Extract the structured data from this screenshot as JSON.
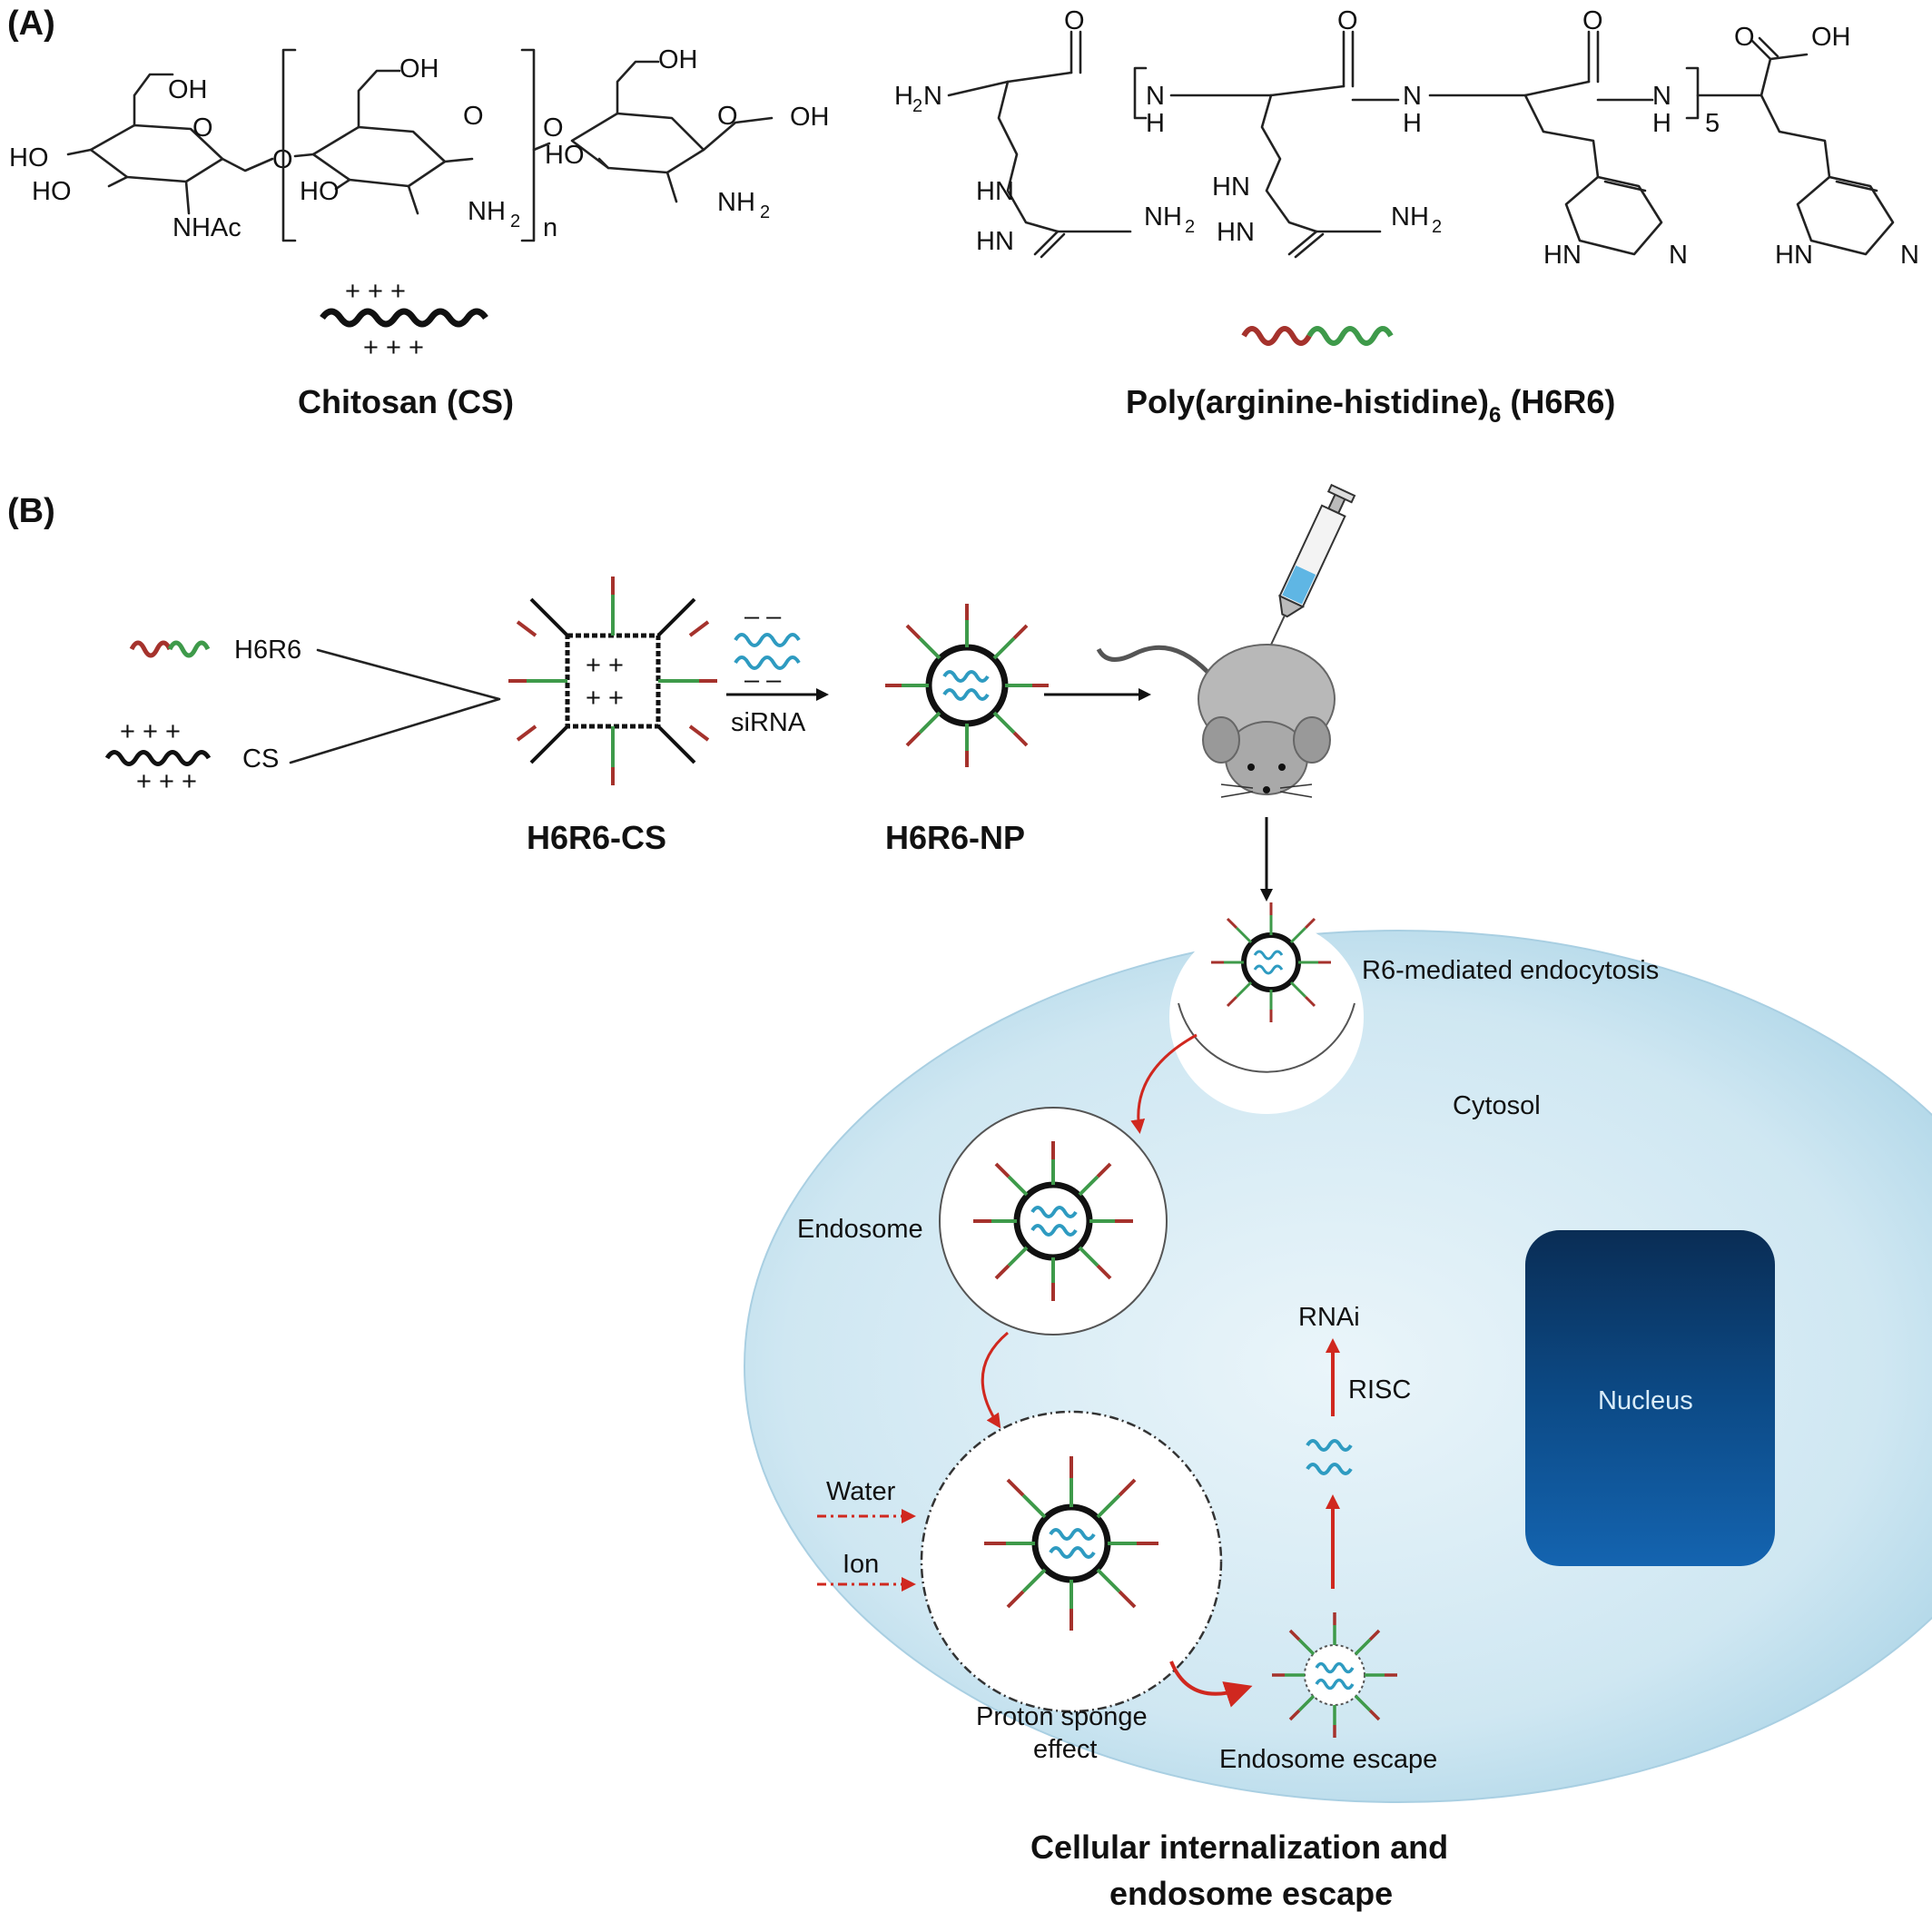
{
  "panel_a": {
    "label": "(A)",
    "chitosan": {
      "caption": "Chitosan (CS)",
      "atoms": {
        "oh": "OH",
        "o": "O",
        "ho": "HO",
        "nhac": "NHAc",
        "nh2": "NH",
        "sub2": "2",
        "n": "n"
      },
      "charge": "+ + +"
    },
    "h6r6": {
      "caption_main": "Poly(arginine-histidine)",
      "caption_sub": "6",
      "caption_tail": " (H6R6)",
      "atoms": {
        "h2n_h": "H",
        "h2n_2": "2",
        "h2n_n": "N",
        "o": "O",
        "n": "N",
        "h": "H",
        "oh": "OH",
        "hn": "HN",
        "nh": "NH",
        "sub2": "2",
        "repeat": "5",
        "hn_ring": "HN",
        "n_ring": "N"
      }
    }
  },
  "panel_b": {
    "label": "(B)",
    "legend_h6r6": "H6R6",
    "legend_cs": "CS",
    "charge_pos": "+ + +",
    "charge_core": "+ +",
    "charge_neg": "– –",
    "sirna_label": "siRNA",
    "h6r6_cs_caption": "H6R6-CS",
    "h6r6_np_caption": "H6R6-NP",
    "endocytosis_label": "R6-mediated endocytosis",
    "cytosol_label": "Cytosol",
    "endosome_label": "Endosome",
    "water_label": "Water",
    "ion_label": "Ion",
    "proton_label_1": "Proton sponge",
    "proton_label_2": "effect",
    "escape_label": "Endosome escape",
    "rnai_label": "RNAi",
    "risc_label": "RISC",
    "nucleus_label": "Nucleus",
    "bottom_caption_1": "Cellular internalization and",
    "bottom_caption_2": "endosome escape"
  },
  "colors": {
    "peptide_red": "#a5322c",
    "peptide_green": "#3e9a4a",
    "sirna_cyan": "#2e9bc1",
    "cell_fill": "#cde6f1",
    "nucleus": "#0e4f8c",
    "arrow_red": "#d0281f"
  }
}
